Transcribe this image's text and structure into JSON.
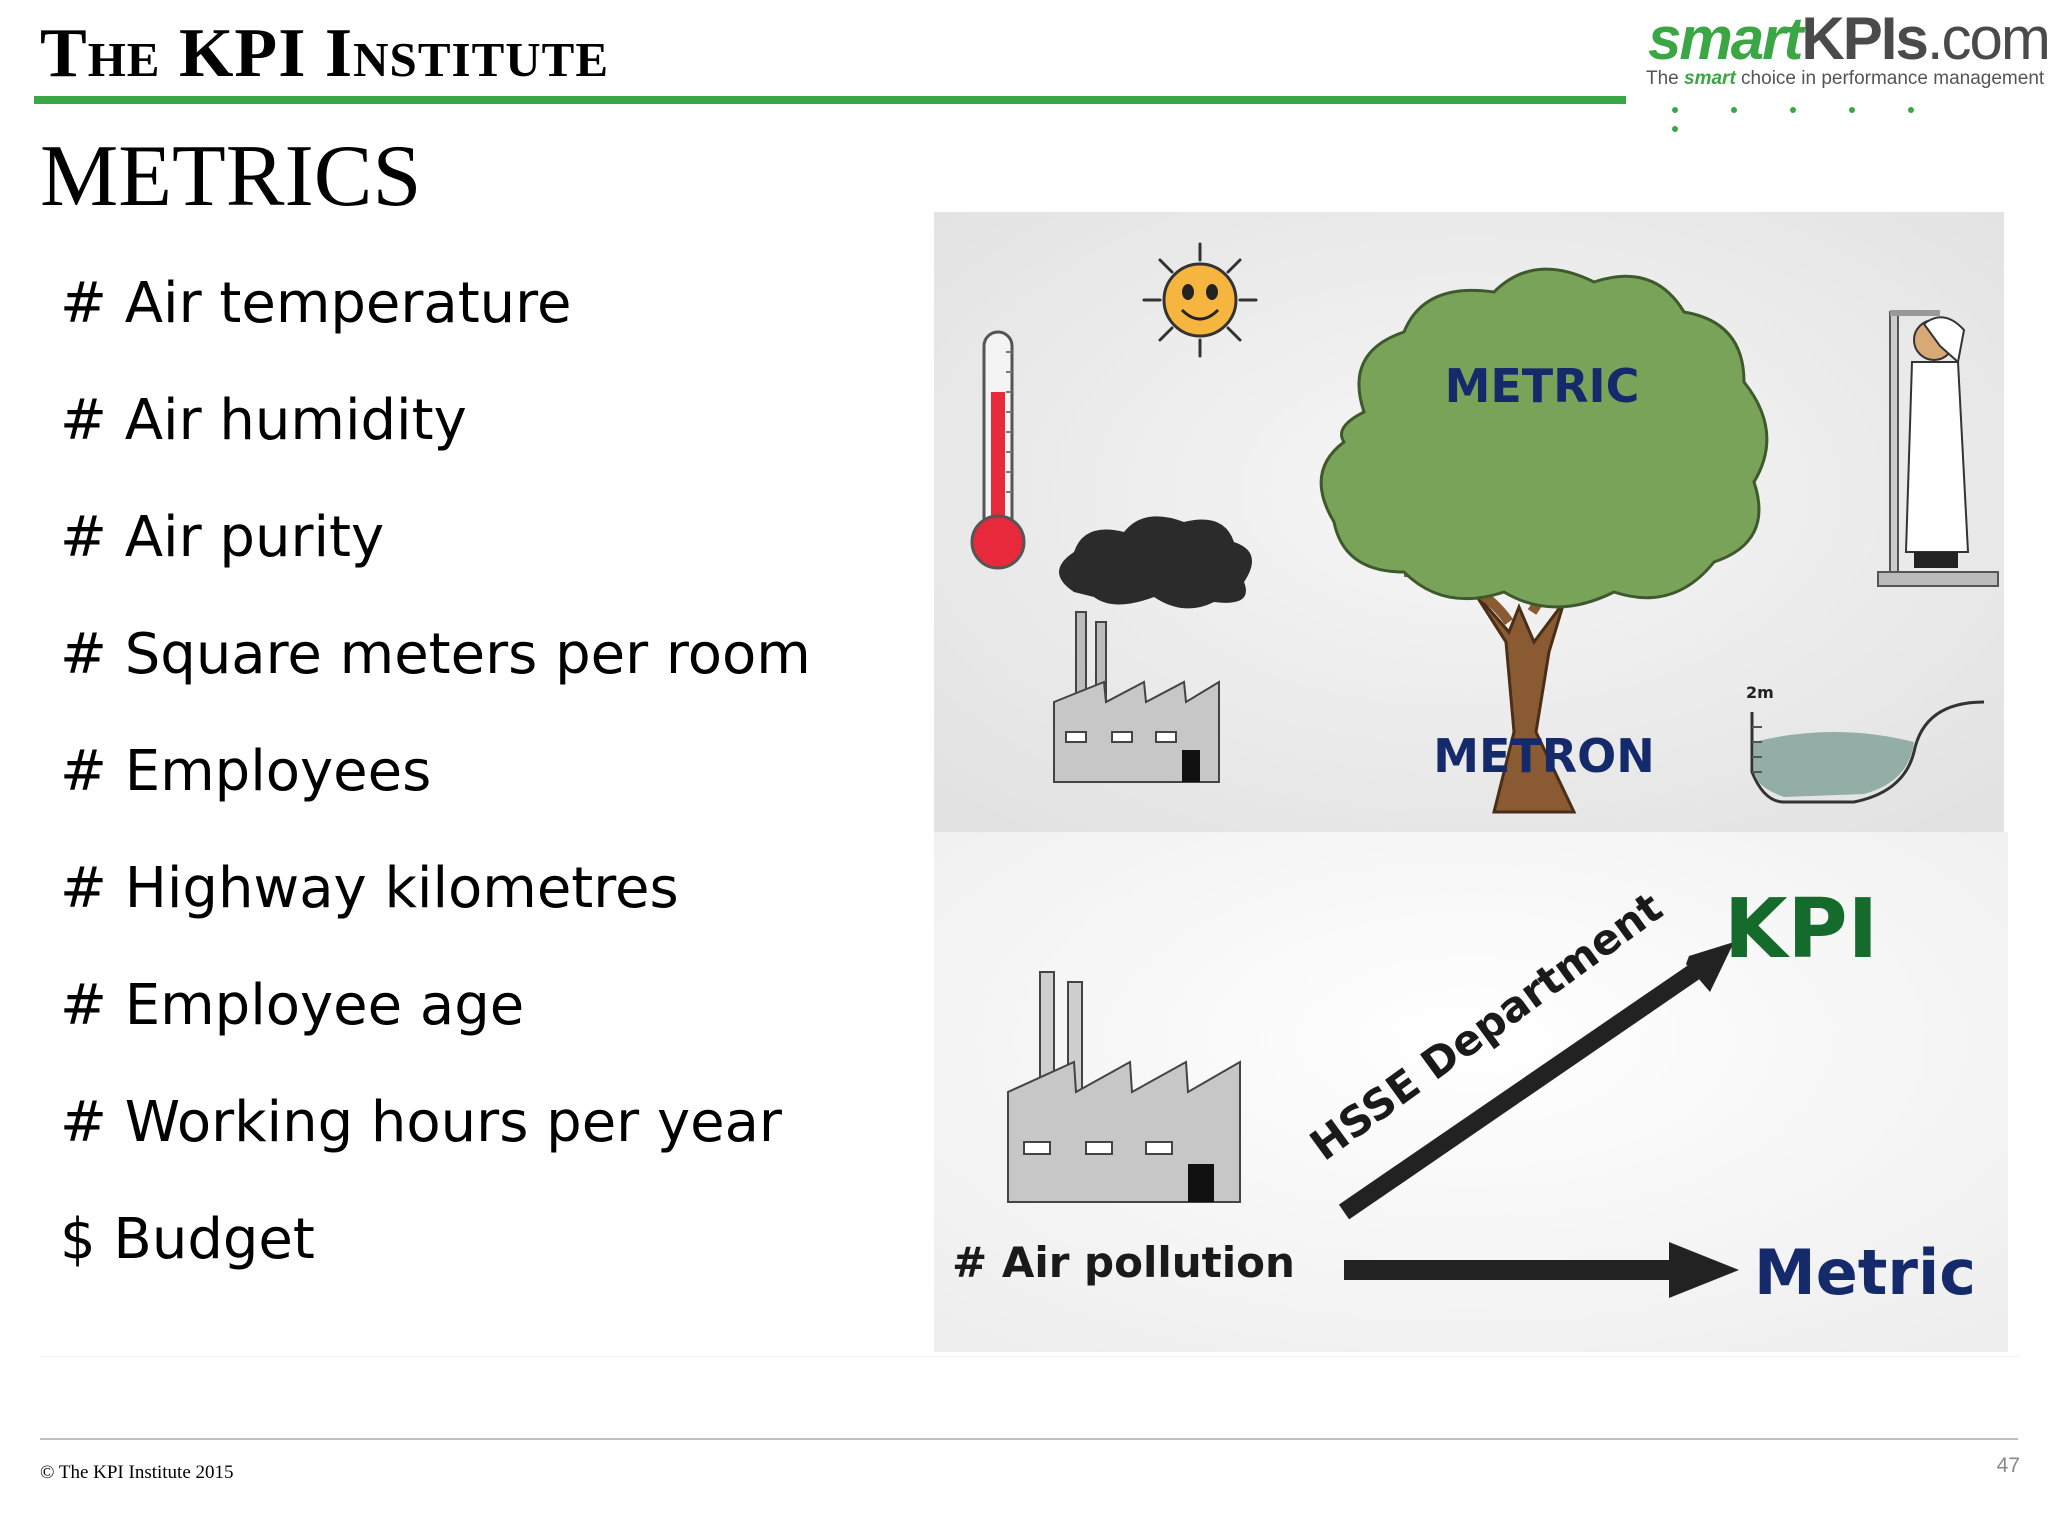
{
  "header": {
    "brand_title": "The KPI Institute",
    "logo": {
      "smart": "smart",
      "kpis": "KPIs",
      "com": ".com",
      "tagline_prefix": "The ",
      "tagline_em": "smart",
      "tagline_suffix": " choice in performance management"
    }
  },
  "page_title": "METRICS",
  "metrics": [
    "# Air temperature",
    "# Air humidity",
    "# Air purity",
    "# Square meters per room",
    "# Employees",
    "# Highway kilometres",
    "# Employee age",
    "# Working hours per year",
    "$ Budget"
  ],
  "illustration": {
    "tree_top_label": "METRIC",
    "tree_root_label": "METRON",
    "pool_depth_label": "2m",
    "air_pollution_label": "# Air pollution",
    "department_label": "HSSE Department",
    "kpi_label": "KPI",
    "metric_label": "Metric"
  },
  "footer": {
    "copyright": "© The KPI Institute 2015",
    "page_number": "47"
  },
  "colors": {
    "brand_green": "#3aa744",
    "tree_green": "#7aa35a",
    "kpi_green": "#146b2c",
    "label_navy": "#152a6b",
    "thermometer_red": "#e8283b"
  }
}
